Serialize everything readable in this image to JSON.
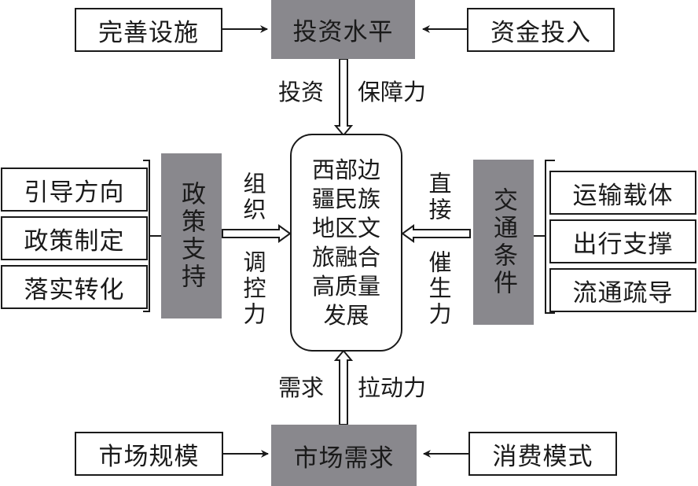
{
  "diagram": {
    "center": {
      "text": "西部边疆民族地区文旅融合高质量发展"
    },
    "top": {
      "hub": "投资水平",
      "left_input": "完善设施",
      "right_input": "资金投入",
      "force_left": "投资",
      "force_right": "保障力"
    },
    "left": {
      "hub": "政策支持",
      "items": [
        "引导方向",
        "政策制定",
        "落实转化"
      ],
      "force_top": "组织",
      "force_bottom": "调控力"
    },
    "right": {
      "hub": "交通条件",
      "items": [
        "运输载体",
        "出行支撑",
        "流通疏导"
      ],
      "force_top": "直接",
      "force_bottom": "催生力"
    },
    "bottom": {
      "hub": "市场需求",
      "left_input": "市场规模",
      "right_input": "消费模式",
      "force_left": "需求",
      "force_right": "拉动力"
    },
    "colors": {
      "hub_fill": "#89888d",
      "line": "#1a1a1a"
    }
  }
}
